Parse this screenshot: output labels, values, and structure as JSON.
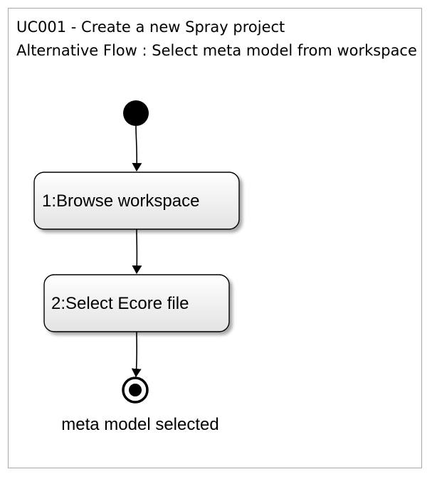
{
  "diagram": {
    "title": "UC001 - Create a new Spray project",
    "subtitle": "Alternative Flow : Select meta model from workspace",
    "actions": [
      {
        "label": "1:Browse workspace"
      },
      {
        "label": "2:Select Ecore file"
      }
    ],
    "final_state_label": "meta model selected"
  },
  "colors": {
    "node_fill_top": "#ffffff",
    "node_fill_bottom": "#e4e4e4",
    "node_stroke": "#000000",
    "frame_border": "#a9a9a9"
  }
}
